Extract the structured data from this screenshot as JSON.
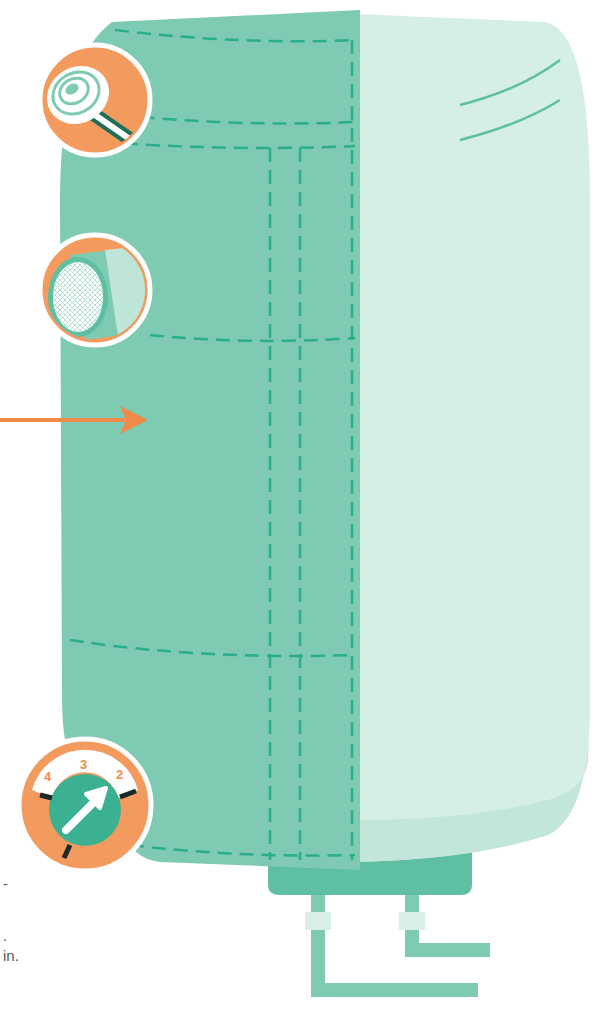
{
  "diagram": {
    "labels": [
      "4",
      "3",
      "2",
      "-",
      ".",
      "in."
    ]
  }
}
